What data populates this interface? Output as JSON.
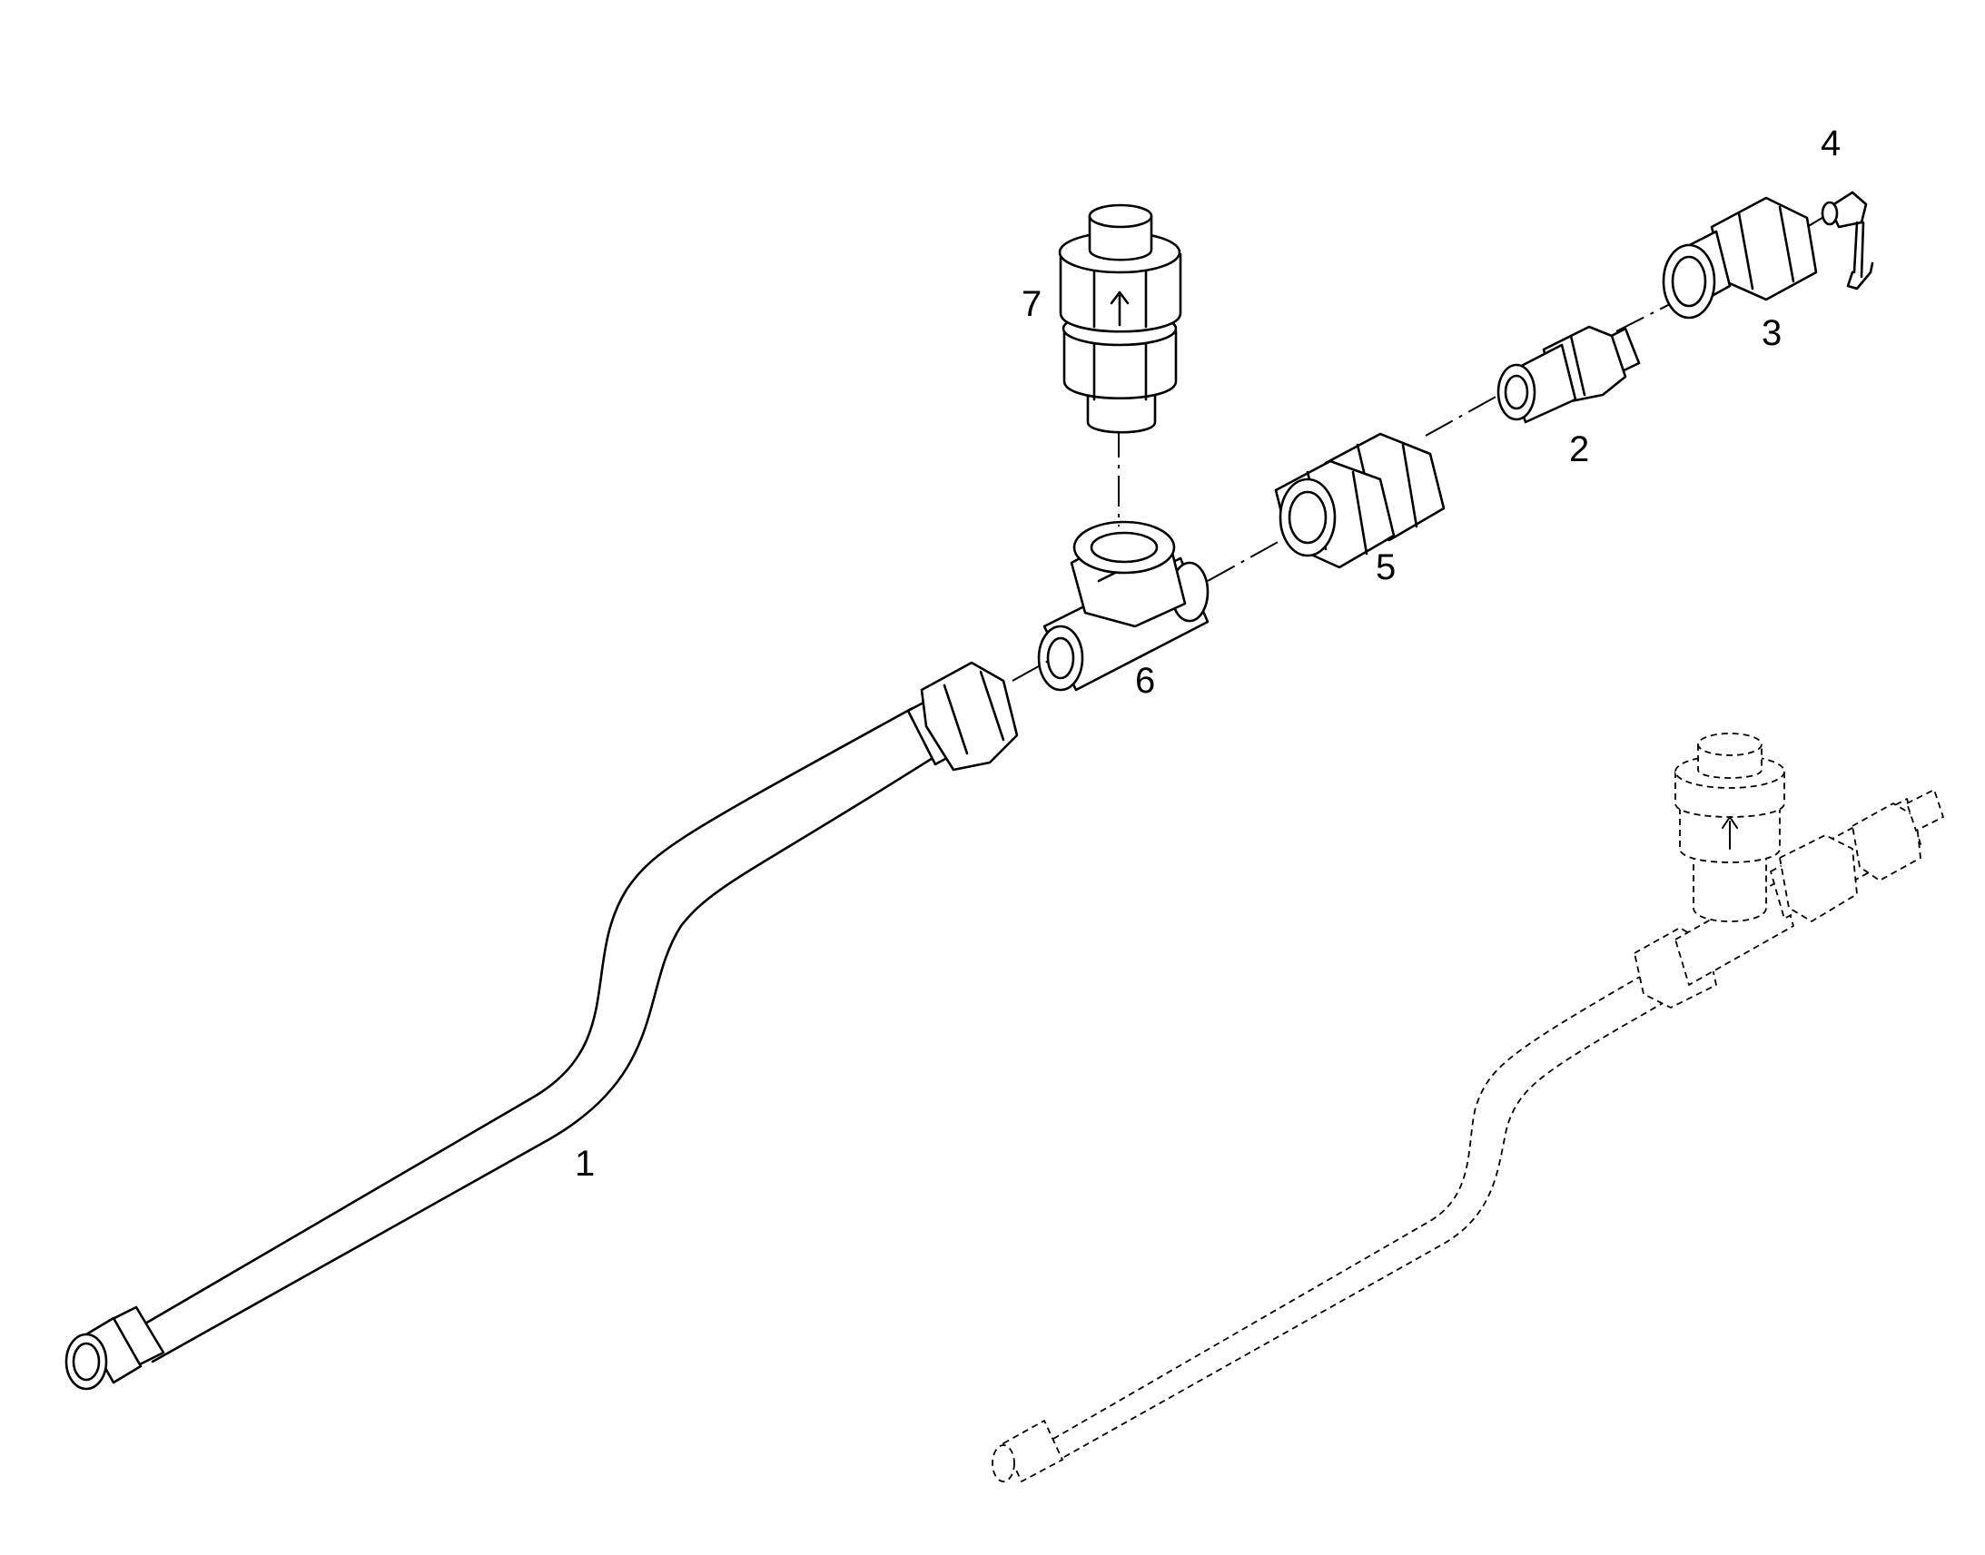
{
  "callouts": {
    "c1": "1",
    "c2": "2",
    "c3": "3",
    "c4": "4",
    "c5": "5",
    "c6": "6",
    "c7": "7"
  },
  "colors": {
    "line": "#000000",
    "background": "#ffffff"
  },
  "icons": {
    "flow_direction": "arrow-up-icon"
  }
}
